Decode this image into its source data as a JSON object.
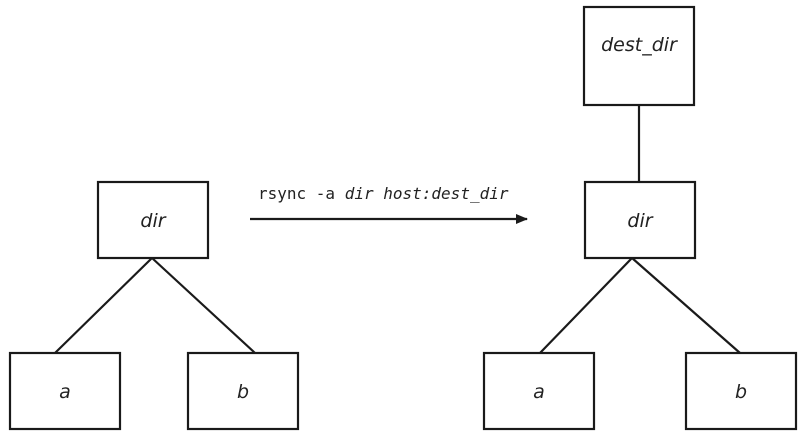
{
  "left_tree": {
    "root": "dir",
    "children": [
      "a",
      "b"
    ]
  },
  "right_tree": {
    "parent": "dest_dir",
    "root": "dir",
    "children": [
      "a",
      "b"
    ]
  },
  "command": {
    "prefix": "rsync -a ",
    "source": "dir",
    "separator": " ",
    "destination": "host:dest_dir"
  }
}
